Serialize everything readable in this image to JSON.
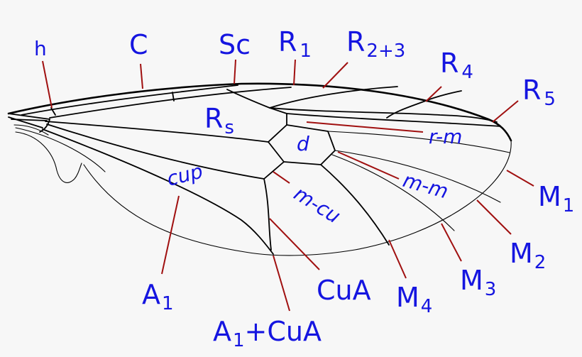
{
  "colors": {
    "label": "#1515e0",
    "leader": "#a01010",
    "vein": "#000000",
    "background": "#f7f7f7"
  },
  "labels": {
    "h": {
      "main": "h",
      "sub": ""
    },
    "C": {
      "main": "C",
      "sub": ""
    },
    "Sc": {
      "main": "Sc",
      "sub": ""
    },
    "R1": {
      "main": "R",
      "sub": "1"
    },
    "R2plus3": {
      "main": "R",
      "sub": "2+3"
    },
    "R4": {
      "main": "R",
      "sub": "4"
    },
    "R5": {
      "main": "R",
      "sub": "5"
    },
    "Rs": {
      "main": "R",
      "sub": "s"
    },
    "rm": {
      "main": "r-m",
      "sub": ""
    },
    "d": {
      "main": "d",
      "sub": ""
    },
    "cup": {
      "main": "cup",
      "sub": ""
    },
    "mcu": {
      "main": "m-cu",
      "sub": ""
    },
    "mm": {
      "main": "m-m",
      "sub": ""
    },
    "M1": {
      "main": "M",
      "sub": "1"
    },
    "M2": {
      "main": "M",
      "sub": "2"
    },
    "M3": {
      "main": "M",
      "sub": "3"
    },
    "M4": {
      "main": "M",
      "sub": "4"
    },
    "CuA": {
      "main": "CuA",
      "sub": ""
    },
    "A1": {
      "main": "A",
      "sub": "1"
    },
    "A1plusCuA": {
      "main": "A",
      "sub": "1",
      "tail": "+CuA"
    }
  }
}
